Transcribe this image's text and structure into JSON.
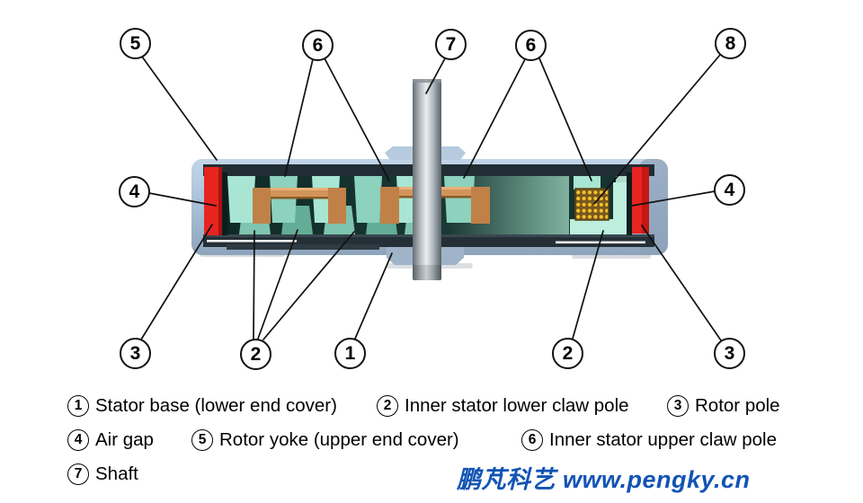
{
  "title": "Claw pole motor cross-section diagram",
  "callouts": [
    {
      "label": "5"
    },
    {
      "label": "6"
    },
    {
      "label": "7"
    },
    {
      "label": "6"
    },
    {
      "label": "8"
    },
    {
      "label": "4"
    },
    {
      "label": "4"
    },
    {
      "label": "3"
    },
    {
      "label": "2"
    },
    {
      "label": "1"
    },
    {
      "label": "2"
    },
    {
      "label": "3"
    }
  ],
  "legend": {
    "items": [
      {
        "num": "1",
        "label": "Stator base (lower end cover)"
      },
      {
        "num": "2",
        "label": "Inner stator lower claw pole"
      },
      {
        "num": "3",
        "label": "Rotor pole"
      },
      {
        "num": "4",
        "label": "Air gap"
      },
      {
        "num": "5",
        "label": "Rotor yoke (upper end cover)"
      },
      {
        "num": "6",
        "label": "Inner stator upper claw pole"
      },
      {
        "num": "7",
        "label": "Shaft"
      }
    ]
  },
  "watermark": {
    "text": "鹏芃科艺 www.pengky.cn"
  },
  "colors": {
    "rotor-red": "#e82420",
    "copper": "#d2945a",
    "wire-yellow": "#f2c12e",
    "mint-light": "#a8e6d3",
    "mint-mid": "#6fb7a1",
    "mint-pale": "#bdeede",
    "casing-blue": "#a9c2da",
    "band-dark": "#212d34",
    "interior-dark": "#14312d",
    "watermark-blue": "#1254b4",
    "line-black": "#101010"
  }
}
